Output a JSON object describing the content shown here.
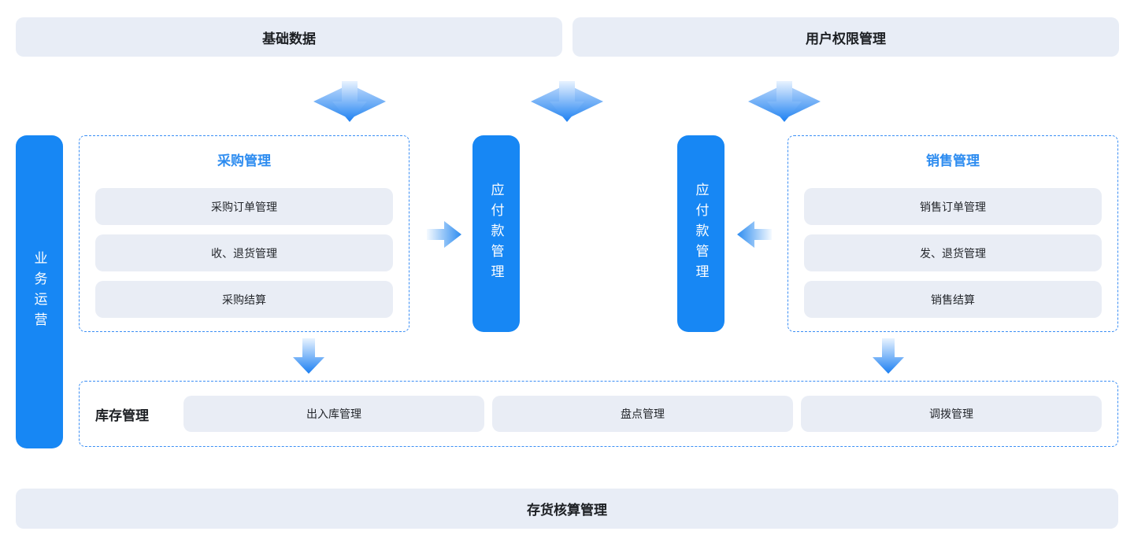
{
  "colors": {
    "accent_blue": "#1787f4",
    "panel_bg": "#e8edf6",
    "item_bg": "#e9edf5",
    "dashed_border": "#3a8ef5",
    "title_blue": "#2d8cf0",
    "text_dark": "#1c1f23"
  },
  "top_bars": [
    {
      "label": "基础数据"
    },
    {
      "label": "用户权限管理"
    }
  ],
  "left_rail": {
    "label": "业务运营"
  },
  "purchase_box": {
    "title": "采购管理",
    "items": [
      "采购订单管理",
      "收、退货管理",
      "采购结算"
    ]
  },
  "sales_box": {
    "title": "销售管理",
    "items": [
      "销售订单管理",
      "发、退货管理",
      "销售结算"
    ]
  },
  "payable_bars": [
    {
      "label": "应付款管理"
    },
    {
      "label": "应付款管理"
    }
  ],
  "inventory_box": {
    "label": "库存管理",
    "items": [
      "出入库管理",
      "盘点管理",
      "调拨管理"
    ]
  },
  "bottom_bar": {
    "label": "存货核算管理"
  },
  "icons": {
    "top_flow_arrows": [
      "flow-down-arrow-icon",
      "flow-down-arrow-icon",
      "flow-down-arrow-icon"
    ],
    "side_arrows": [
      "arrow-right-icon",
      "arrow-left-icon"
    ],
    "down_arrows": [
      "arrow-down-icon",
      "arrow-down-icon"
    ]
  }
}
